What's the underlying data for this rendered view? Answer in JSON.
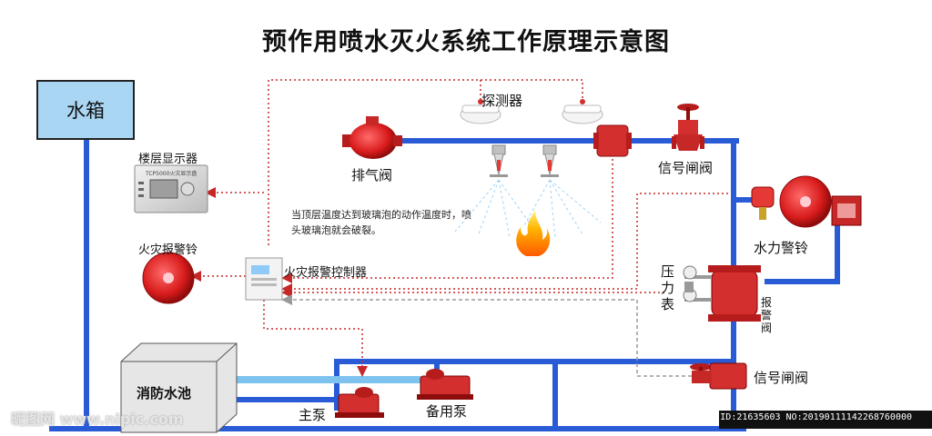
{
  "title": "预作用喷水灭火系统工作原理示意图",
  "labels": {
    "water_tank": "水箱",
    "detector": "探测器",
    "floor_display": "楼层显示器",
    "exhaust_valve": "排气阀",
    "signal_gate_valve_top": "信号闸阀",
    "fire_alarm_bell": "火灾报警铃",
    "water_alarm_bell": "水力警铃",
    "fire_alarm_controller": "火灾报警控制器",
    "pressure_gauge": "压力表",
    "alarm_valve": "报警阀",
    "signal_gate_valve_bottom": "信号闸阀",
    "fire_pool": "消防水池",
    "main_pump": "主泵",
    "standby_pump": "备用泵",
    "display_device_text": "TCP5000火灾显示盘"
  },
  "note": "当顶层温度达到玻璃泡的动作温度时，喷头玻璃泡就会破裂。",
  "watermark": "昵图网 www.nipic.com",
  "image_id": "ID:21635603 NO:20190111142268760000",
  "colors": {
    "pipe": "#2a5bd6",
    "pipe_light": "#7ec3ef",
    "device_red": "#d81b1b",
    "signal": "#c62828",
    "signal_gray": "#9a9a9a"
  }
}
